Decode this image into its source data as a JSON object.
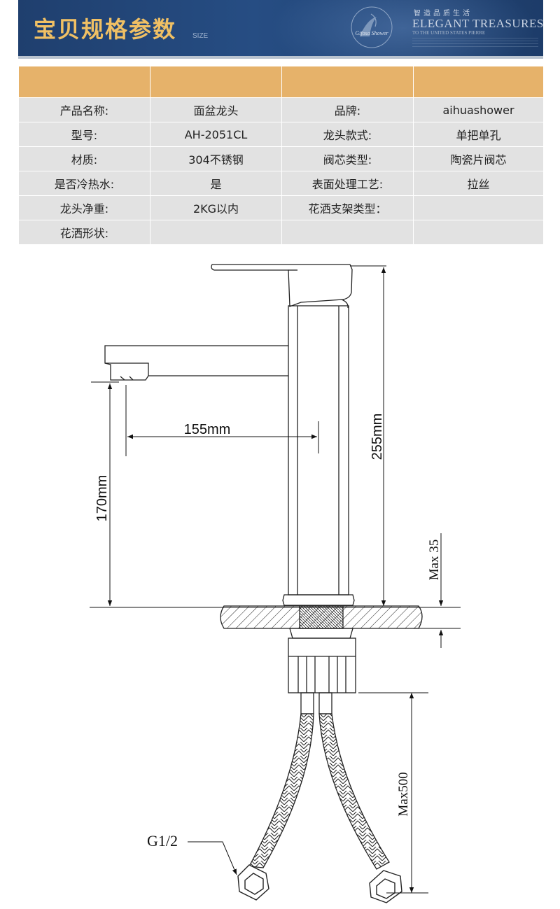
{
  "banner": {
    "title": "宝贝规格参数",
    "subtitle": "SIZE",
    "logo_text": "Gifosa Shower",
    "slogan_cn": "智造品质生活",
    "slogan_en": "ELEGANT TREASURES",
    "slogan_sub": "TO THE UNITED STATES PIERRE"
  },
  "spec_table": {
    "rows": [
      [
        "产品名称:",
        "面盆龙头",
        "品牌:",
        "aihuashower"
      ],
      [
        "型号:",
        "AH-2051CL",
        "龙头款式:",
        "单把单孔"
      ],
      [
        "材质:",
        "304不锈钢",
        "阀芯类型:",
        "陶瓷片阀芯"
      ],
      [
        "是否冷热水:",
        "是",
        "表面处理工艺:",
        "拉丝"
      ],
      [
        "龙头净重:",
        "2KG以内",
        "花洒支架类型：",
        ""
      ],
      [
        "花洒形状:",
        "",
        "",
        ""
      ]
    ]
  },
  "drawing": {
    "dimensions": {
      "spout_reach": "155mm",
      "spout_height": "170mm",
      "total_height": "255mm",
      "max_thickness": "Max  35",
      "hose_length": "Max500",
      "thread": "G1/2"
    }
  },
  "colors": {
    "banner_bg": "#264d83",
    "banner_title": "#f0c064",
    "table_header": "#e6b26a",
    "table_row": "#e2e2e2"
  }
}
